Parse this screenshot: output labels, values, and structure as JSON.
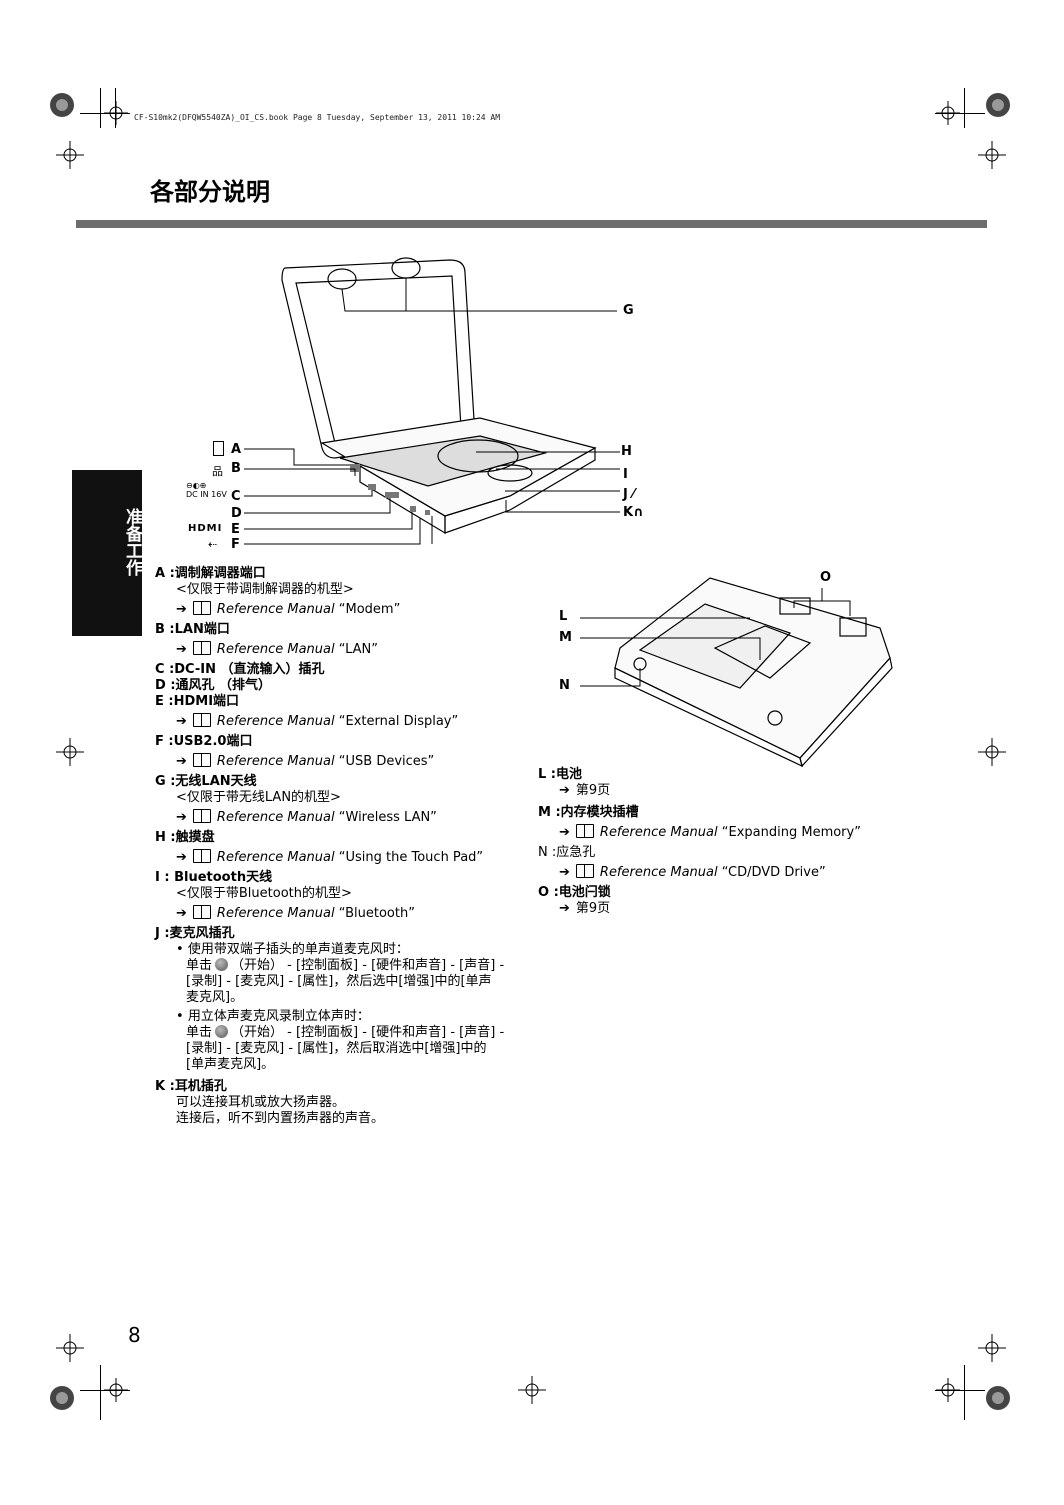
{
  "print_header": "CF-S10mk2(DFQW5540ZA)_OI_CS.book  Page 8  Tuesday, September 13, 2011  10:24 AM",
  "page_title": "各部分说明",
  "side_tab": "准备工作",
  "page_number": "8",
  "icons": {
    "reference": "reference-manual-book-icon",
    "start": "windows-start-orb-icon",
    "arrow": "right-arrow-icon"
  },
  "diagram": {
    "laptop_labels": {
      "a": "A",
      "b": "B",
      "c": "C",
      "d": "D",
      "e": "E",
      "f": "F",
      "g": "G",
      "h": "H",
      "i": "I",
      "j": "J",
      "k": "K",
      "dc_in": "DC IN 16V",
      "hdmi": "HDMI"
    },
    "bottom_labels": {
      "l": "L",
      "m": "M",
      "n": "N",
      "o": "O"
    }
  },
  "items_left": [
    {
      "key": "A :",
      "title": "调制解调器端口",
      "desc": "<仅限于带调制解调器的机型>",
      "ref_manual": "Reference Manual",
      "ref_topic": "“Modem”"
    },
    {
      "key": "B :",
      "title": "LAN端口",
      "ref_manual": "Reference Manual",
      "ref_topic": "“LAN”"
    },
    {
      "key": "C :",
      "title": "DC-IN （直流输入）插孔"
    },
    {
      "key": "D :",
      "title": "通风孔 （排气）"
    },
    {
      "key": "E :",
      "title": "HDMI端口",
      "ref_manual": "Reference Manual",
      "ref_topic": "“External Display”"
    },
    {
      "key": "F :",
      "title": "USB2.0端口",
      "ref_manual": "Reference Manual",
      "ref_topic": "“USB Devices”"
    },
    {
      "key": "G :",
      "title": "无线LAN天线",
      "desc": "<仅限于带无线LAN的机型>",
      "ref_manual": "Reference Manual",
      "ref_topic": "“Wireless LAN”"
    },
    {
      "key": "H :",
      "title": "触摸盘",
      "ref_manual": "Reference Manual",
      "ref_topic": "“Using the Touch Pad”"
    },
    {
      "key": "I :",
      "title": " Bluetooth天线",
      "desc": "<仅限于带Bluetooth的机型>",
      "ref_manual": "Reference Manual",
      "ref_topic": "“Bluetooth”"
    }
  ],
  "item_j": {
    "key": "J :",
    "title": "麦克风插孔",
    "bullet1": "使用带双端子插头的单声道麦克风时：",
    "b1_line1_a": "单击",
    "b1_line1_b": "（开始） - [控制面板] - [硬件和声音] - [声音] -",
    "b1_line2": "[录制] - [麦克风] - [属性]，然后选中[增强]中的[单声",
    "b1_line3": "麦克风]。",
    "bullet2": "用立体声麦克风录制立体声时：",
    "b2_line1_a": "单击",
    "b2_line1_b": "（开始） - [控制面板] - [硬件和声音] - [声音] -",
    "b2_line2": "[录制] - [麦克风] - [属性]，然后取消选中[增强]中的",
    "b2_line3": "[单声麦克风]。"
  },
  "item_k": {
    "key": "K :",
    "title": "耳机插孔",
    "line1": "可以连接耳机或放大扬声器。",
    "line2": "连接后，听不到内置扬声器的声音。"
  },
  "items_right": [
    {
      "key": "L :",
      "title": "电池",
      "page_ref": "第9页"
    },
    {
      "key": "M :",
      "title": "内存模块插槽",
      "ref_manual": "Reference Manual",
      "ref_topic": "“Expanding Memory”"
    },
    {
      "key": "N :",
      "title": "应急孔",
      "ref_manual": "Reference Manual",
      "ref_topic": "“CD/DVD Drive”"
    },
    {
      "key": "O :",
      "title": "电池闩锁",
      "page_ref": "第9页"
    }
  ]
}
